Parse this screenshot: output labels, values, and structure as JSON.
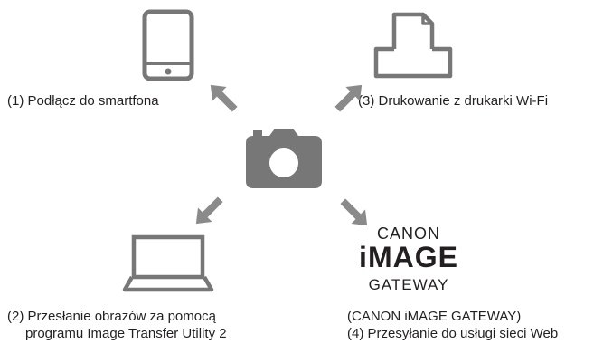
{
  "items": [
    {
      "label": "(1) Podłącz do smartfona",
      "icon": "smartphone-icon"
    },
    {
      "label": "(3) Drukowanie z drukarki Wi-Fi",
      "icon": "printer-icon"
    },
    {
      "label_lines": [
        "(2) Przesłanie obrazów za pomocą",
        "programu Image Transfer Utility 2"
      ],
      "icon": "laptop-icon"
    },
    {
      "label_lines": [
        "(CANON iMAGE GATEWAY)",
        "(4) Przesyłanie do usługi sieci Web"
      ],
      "icon": "canon-image-gateway-logo"
    }
  ],
  "logo": {
    "top": "CANON",
    "middle": "iMAGE",
    "bottom": "GATEWAY"
  },
  "colors": {
    "icon": "#777777",
    "arrow": "#8a8a8a",
    "text": "#231f20"
  }
}
